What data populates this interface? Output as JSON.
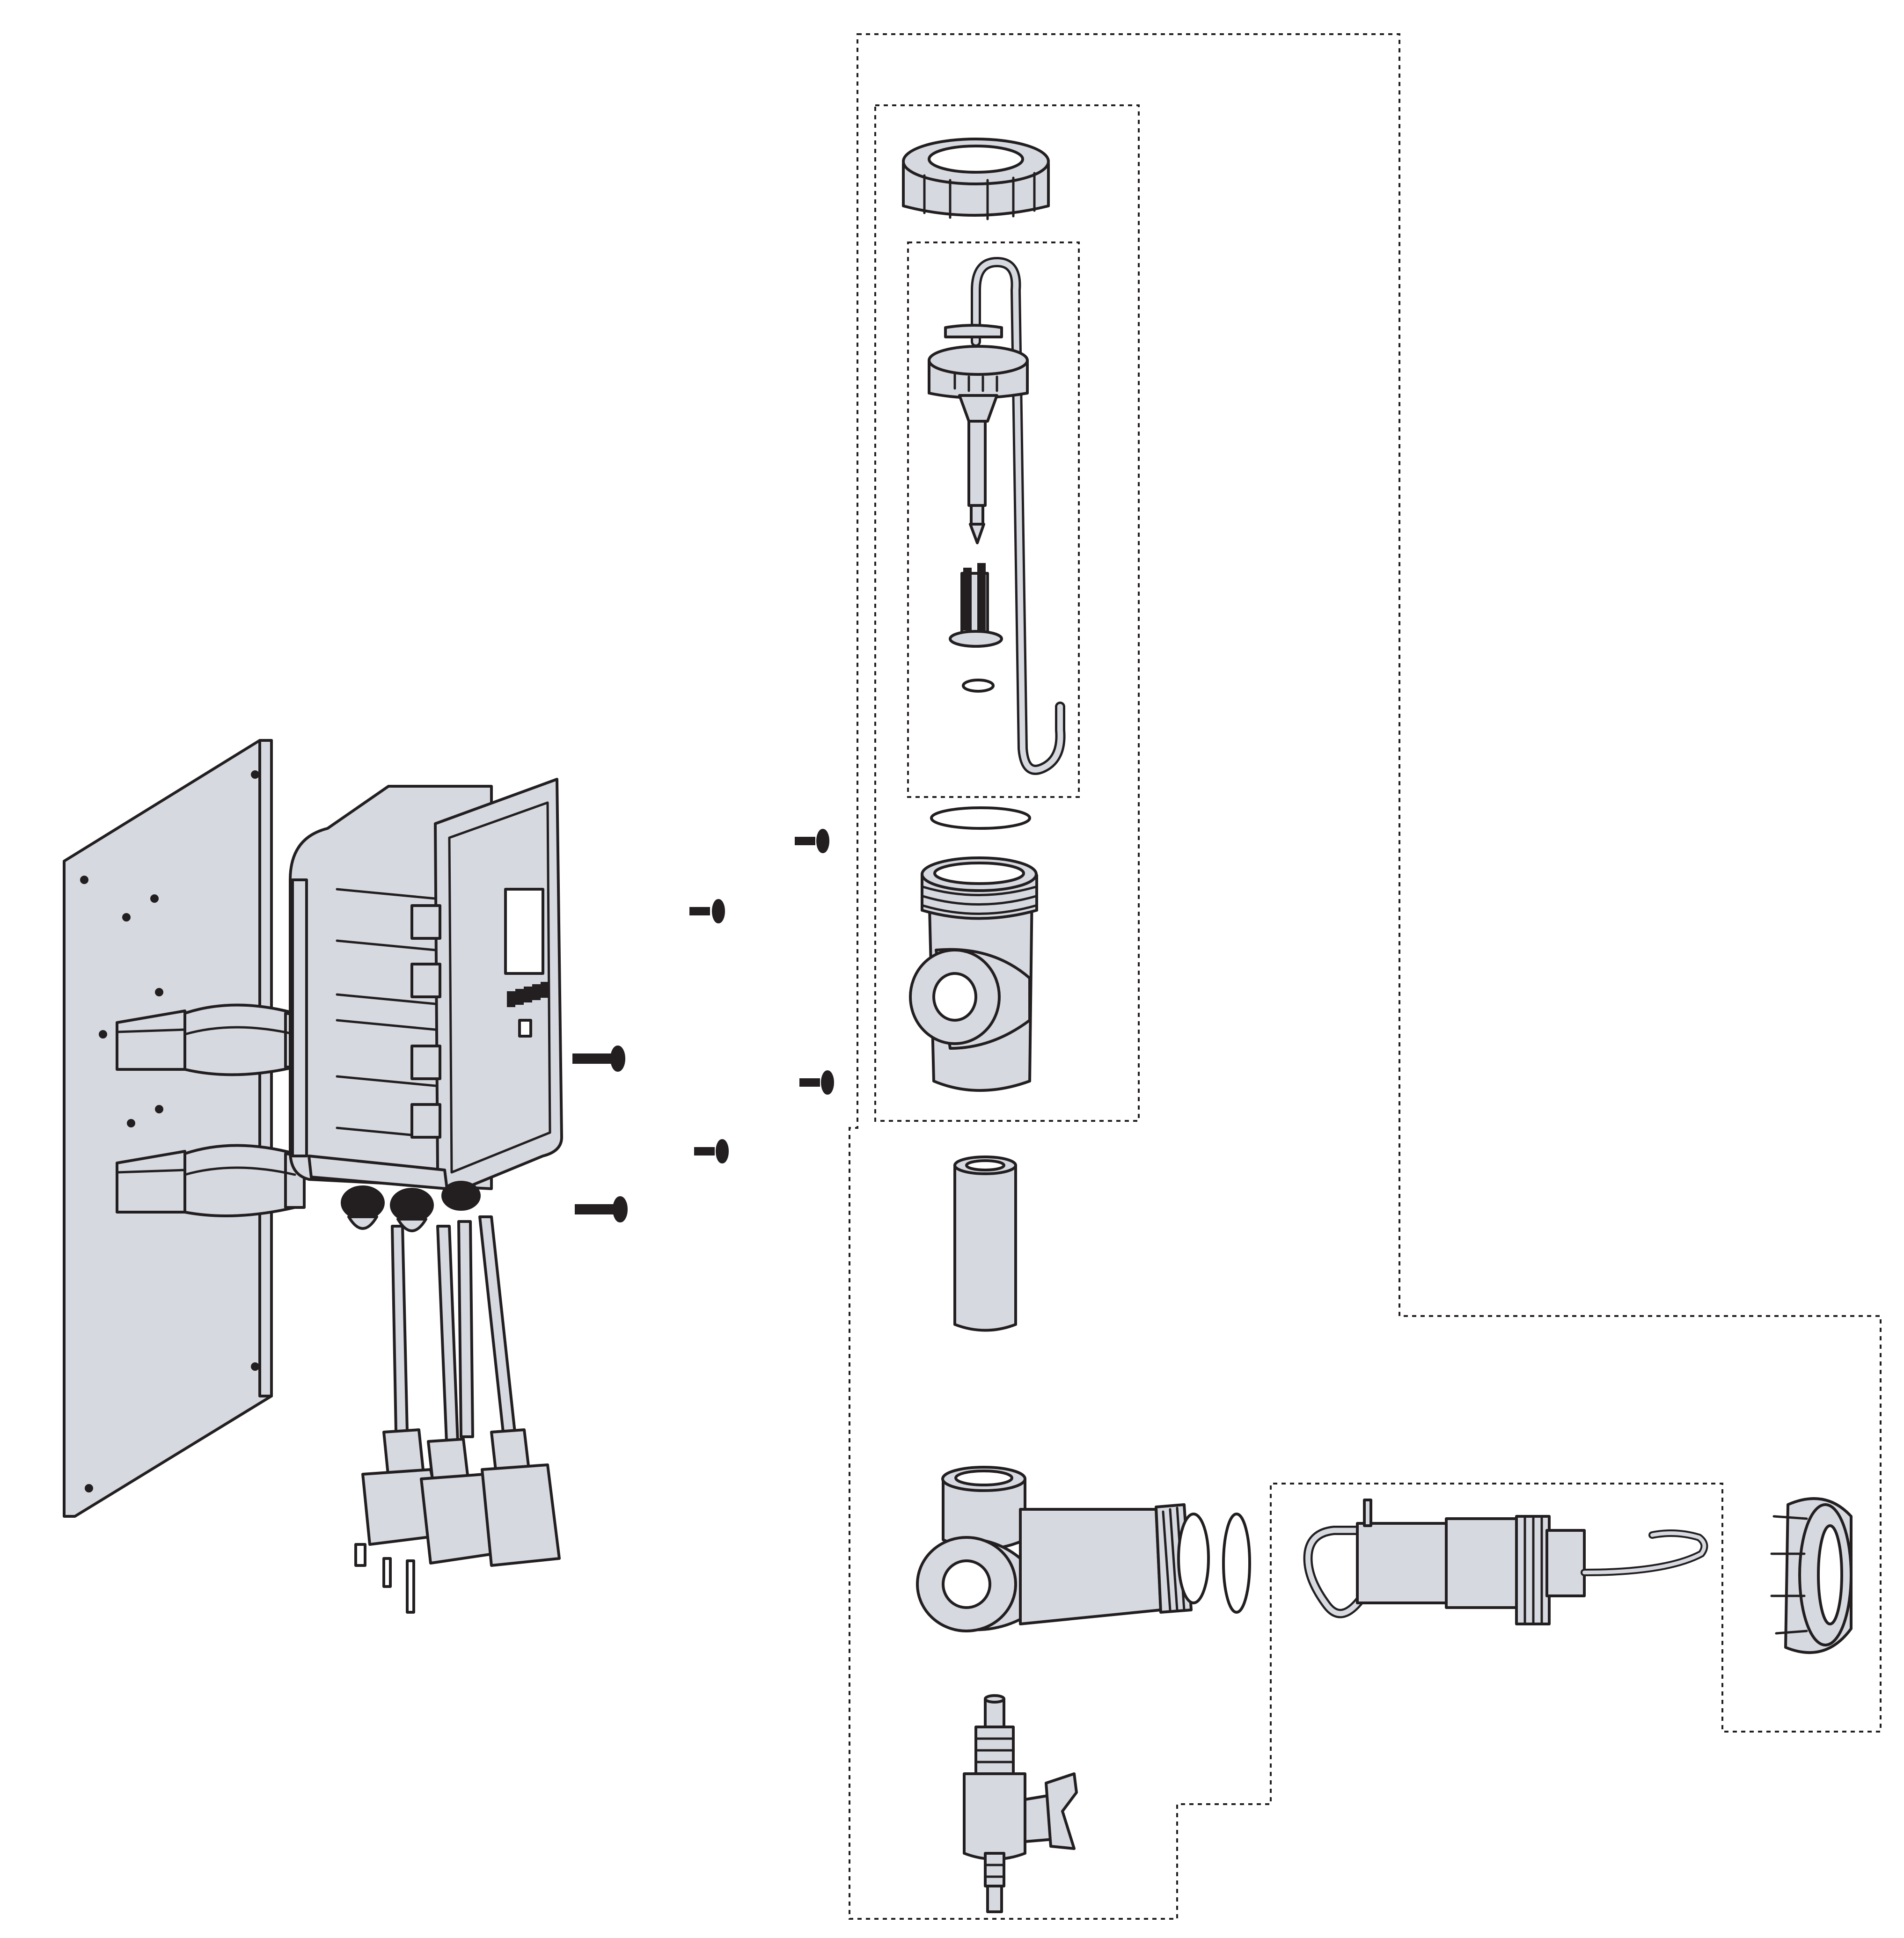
{
  "diagram": {
    "style": "exploded-view line illustration",
    "colors": {
      "fill": "#d6d9e0",
      "stroke": "#231f20",
      "dashed_group": "#231f20",
      "background": "#ffffff",
      "dark_part": "#231f20"
    },
    "parts": [
      "mounting-plate",
      "pipe-clamp-upper",
      "pipe-clamp-lower",
      "controller-enclosure",
      "display-window",
      "keypad-buttons",
      "cable-glands",
      "power-cords",
      "plug-ends",
      "mounting-screws",
      "union-nut-top",
      "sensor-probe",
      "probe-insert",
      "o-ring-small",
      "o-ring-top",
      "tee-fitting-threaded",
      "pipe-nipple",
      "elbow-tee-fitting",
      "o-ring-side",
      "flow-probe-horizontal",
      "union-nut-side",
      "sample-valve"
    ],
    "groups": [
      "outer-kit-outline",
      "flow-cell-assembly-outline",
      "probe-assembly-outline",
      "horizontal-probe-outline"
    ]
  }
}
